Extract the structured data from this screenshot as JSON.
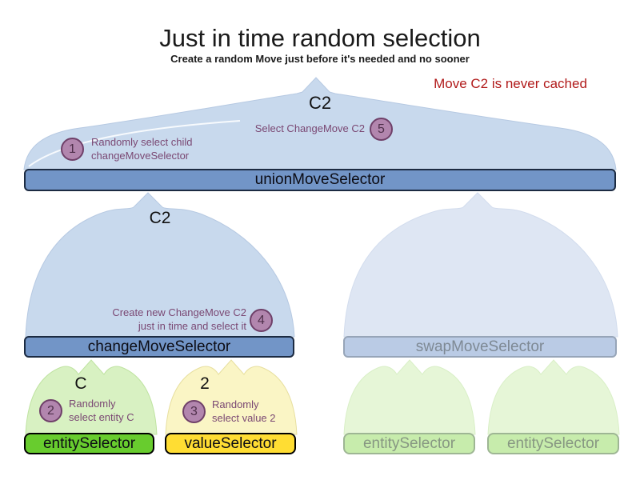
{
  "title": "Just in time random selection",
  "subtitle": "Create a random Move just before it's needed and no sooner",
  "annotation": "Move C2 is never cached",
  "colors": {
    "blue-mound": "#c8d9ed",
    "blue-mound-faded": "#dee6f3",
    "blue-bar": "#7295c7",
    "blue-bar-border": "#1c2b42",
    "blue-bar-faded": "#bacbe5",
    "blue-bar-faded-border": "#97a5b8",
    "faded-text": "#7e8994",
    "green-mound": "#d8f1c2",
    "green-mound-faded": "#e6f6d7",
    "green-bar": "#68cc2e",
    "yellow-mound": "#faf5c5",
    "yellow-bar": "#ffdd33",
    "green-bar-faded": "#c7ecac",
    "green-bar-faded-border": "#9eb694",
    "purple-fill": "#b286ae",
    "purple-stroke": "#6f4069",
    "purple-text": "#7a4873",
    "red-text": "#b11b1b"
  },
  "top_funnel": {
    "move_label": "C2",
    "step5_num": "5",
    "step5_text": "Select ChangeMove C2",
    "step1_num": "1",
    "step1_text": "Randomly select child\nchangeMoveSelector",
    "bar_label": "unionMoveSelector"
  },
  "change_funnel": {
    "move_label": "C2",
    "step4_num": "4",
    "step4_text": "Create new ChangeMove C2\njust in time and select it",
    "bar_label": "changeMoveSelector"
  },
  "swap_funnel": {
    "bar_label": "swapMoveSelector"
  },
  "entity_funnel": {
    "move_label": "C",
    "step2_num": "2",
    "step2_text": "Randomly\nselect entity C",
    "bar_label": "entitySelector"
  },
  "value_funnel": {
    "move_label": "2",
    "step3_num": "3",
    "step3_text": "Randomly\nselect value 2",
    "bar_label": "valueSelector"
  },
  "faded_entity_funnel_1": {
    "bar_label": "entitySelector"
  },
  "faded_entity_funnel_2": {
    "bar_label": "entitySelector"
  }
}
